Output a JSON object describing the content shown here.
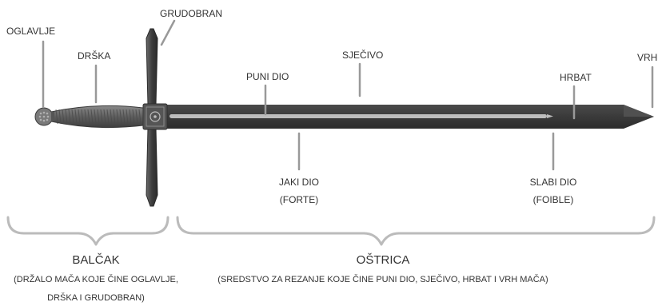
{
  "labels": {
    "pommel": "OGLAVLJE",
    "grip": "DRŠKA",
    "guard": "GRUDOBRAN",
    "blade": "SJEČIVO",
    "fuller": "PUNI DIO",
    "spine": "HRBAT",
    "tip": "VRH",
    "forte": "JAKI DIO",
    "forte_sub": "(FORTE)",
    "foible": "SLABI DIO",
    "foible_sub": "(FOIBLE)"
  },
  "sections": {
    "hilt_title": "BALČAK",
    "hilt_desc_line1": "(DRŽALO MAČA KOJE ČINE OGLAVLJE,",
    "hilt_desc_line2": "DRŠKA I GRUDOBRAN)",
    "blade_title": "OŠTRICA",
    "blade_desc": "(SREDSTVO ZA REZANJE KOJE ČINE PUNI DIO, SJEČIVO, HRBAT I VRH MAČA)"
  },
  "colors": {
    "blade_dark": "#3a3a3a",
    "blade_mid": "#4d4d4d",
    "fuller": "#bdbdbd",
    "grip": "#6d6d6d",
    "guard": "#4a4a4a",
    "pointer": "#999999",
    "bracket": "#bbbbbb",
    "text": "#333333"
  }
}
